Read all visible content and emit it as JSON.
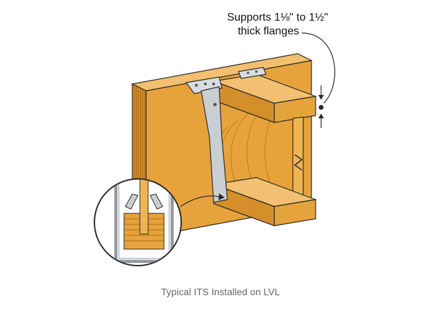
{
  "callout": {
    "line1": "Supports 1⅛\" to 1½\"",
    "line2": "thick flanges"
  },
  "caption": "Typical ITS Installed on LVL",
  "colors": {
    "wood": "#e7a33b",
    "wood_dark": "#c27a1a",
    "wood_light": "#f2c070",
    "metal": "#c9ced3",
    "outline": "#2a2a2a"
  }
}
